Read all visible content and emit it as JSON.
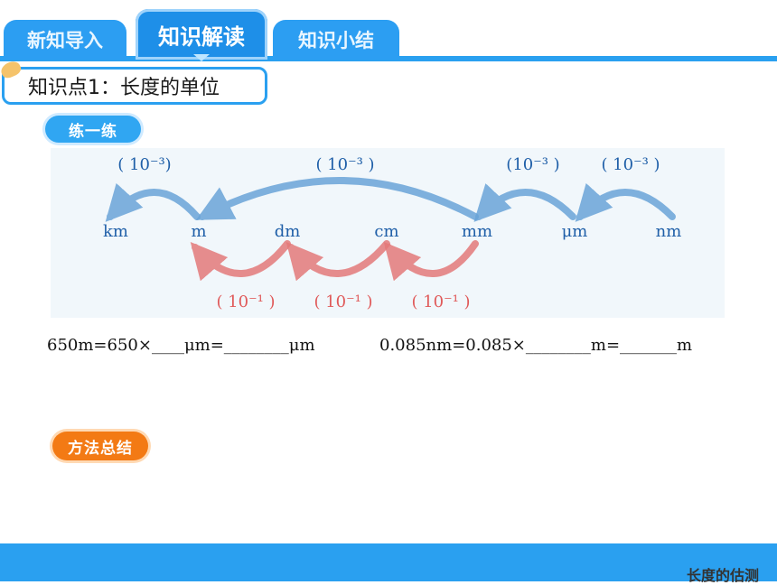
{
  "tabs": [
    {
      "label": "新知导入"
    },
    {
      "label": "知识解读"
    },
    {
      "label": "知识小结"
    }
  ],
  "knowledge_point": "知识点1：长度的单位",
  "practice_pill": "练一练",
  "method_pill": "方法总结",
  "units": [
    "km",
    "m",
    "dm",
    "cm",
    "mm",
    "μm",
    "nm"
  ],
  "upper_factors": [
    "( 10⁻³)",
    "( 10⁻³ )",
    "(10⁻³ )",
    "( 10⁻³ )"
  ],
  "lower_factors": [
    "( 10⁻¹ )",
    "( 10⁻¹ )",
    "( 10⁻¹ )"
  ],
  "equations": {
    "left": "650m=650×____μm=________μm",
    "right": "0.085nm=0.085×________m=_______m"
  },
  "footer_title": "长度的估测",
  "colors": {
    "blue": "#2aa0f0",
    "arrow_blue": "#6aa4d8",
    "arrow_red": "#e47a7a",
    "unit_text": "#1f5fa8",
    "orange": "#f37a14"
  }
}
